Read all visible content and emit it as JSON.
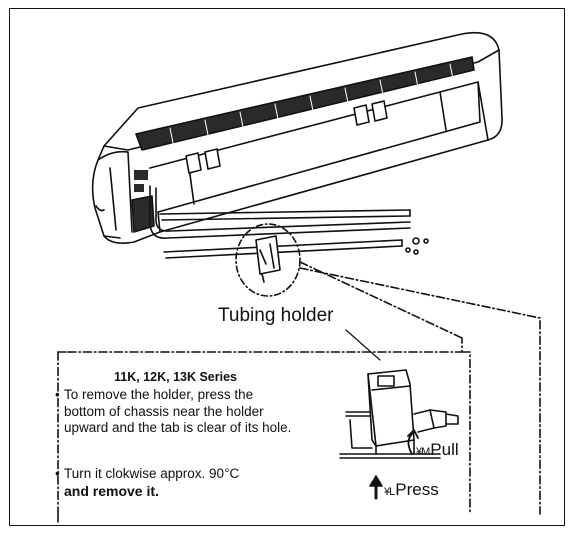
{
  "labels": {
    "tubing_holder": "Tubing holder",
    "series": "11K, 12K, 13K Series",
    "bullet1": "To remove the holder, press the bottom of chassis near the holder upward and the tab is clear of its hole.",
    "bullet2_a": "Turn it clokwise approx. 90°C",
    "bullet2_b": "and remove it.",
    "pull_prefix": "¥M",
    "pull": "Pull",
    "press_prefix": "¥L",
    "press": "Press"
  },
  "colors": {
    "ink": "#111111",
    "paper": "#ffffff",
    "vent": "#2a2a2a"
  },
  "icons": {
    "pull_arrow": "curved-arrow-icon",
    "press_arrow": "up-arrow-icon"
  }
}
